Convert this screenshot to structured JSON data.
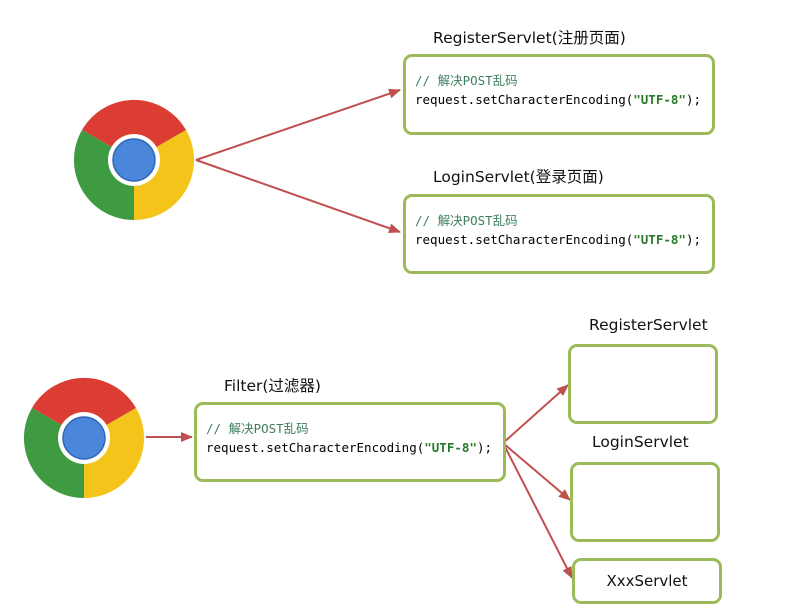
{
  "top": {
    "register_title": "RegisterServlet(注册页面)",
    "login_title": "LoginServlet(登录页面)",
    "register_box": {
      "comment": "// 解决POST乱码",
      "code_prefix": "request.setCharacterEncoding(",
      "code_string": "\"UTF-8\"",
      "code_suffix": ");"
    },
    "login_box": {
      "comment": "// 解决POST乱码",
      "code_prefix": "request.setCharacterEncoding(",
      "code_string": "\"UTF-8\"",
      "code_suffix": ");"
    }
  },
  "bottom": {
    "filter_title": "Filter(过滤器)",
    "filter_box": {
      "comment": "// 解决POST乱码",
      "code_prefix": "request.setCharacterEncoding(",
      "code_string": "\"UTF-8\"",
      "code_suffix": ");"
    },
    "register_title": "RegisterServlet",
    "login_title": "LoginServlet",
    "xxx_label": "XxxServlet"
  },
  "colors": {
    "box_border": "#9bbb59",
    "arrow": "#c0504d",
    "comment": "#3f7f5f",
    "string": "#2a7a2a"
  },
  "icons": [
    "chrome-browser-icon",
    "chrome-browser-icon"
  ]
}
